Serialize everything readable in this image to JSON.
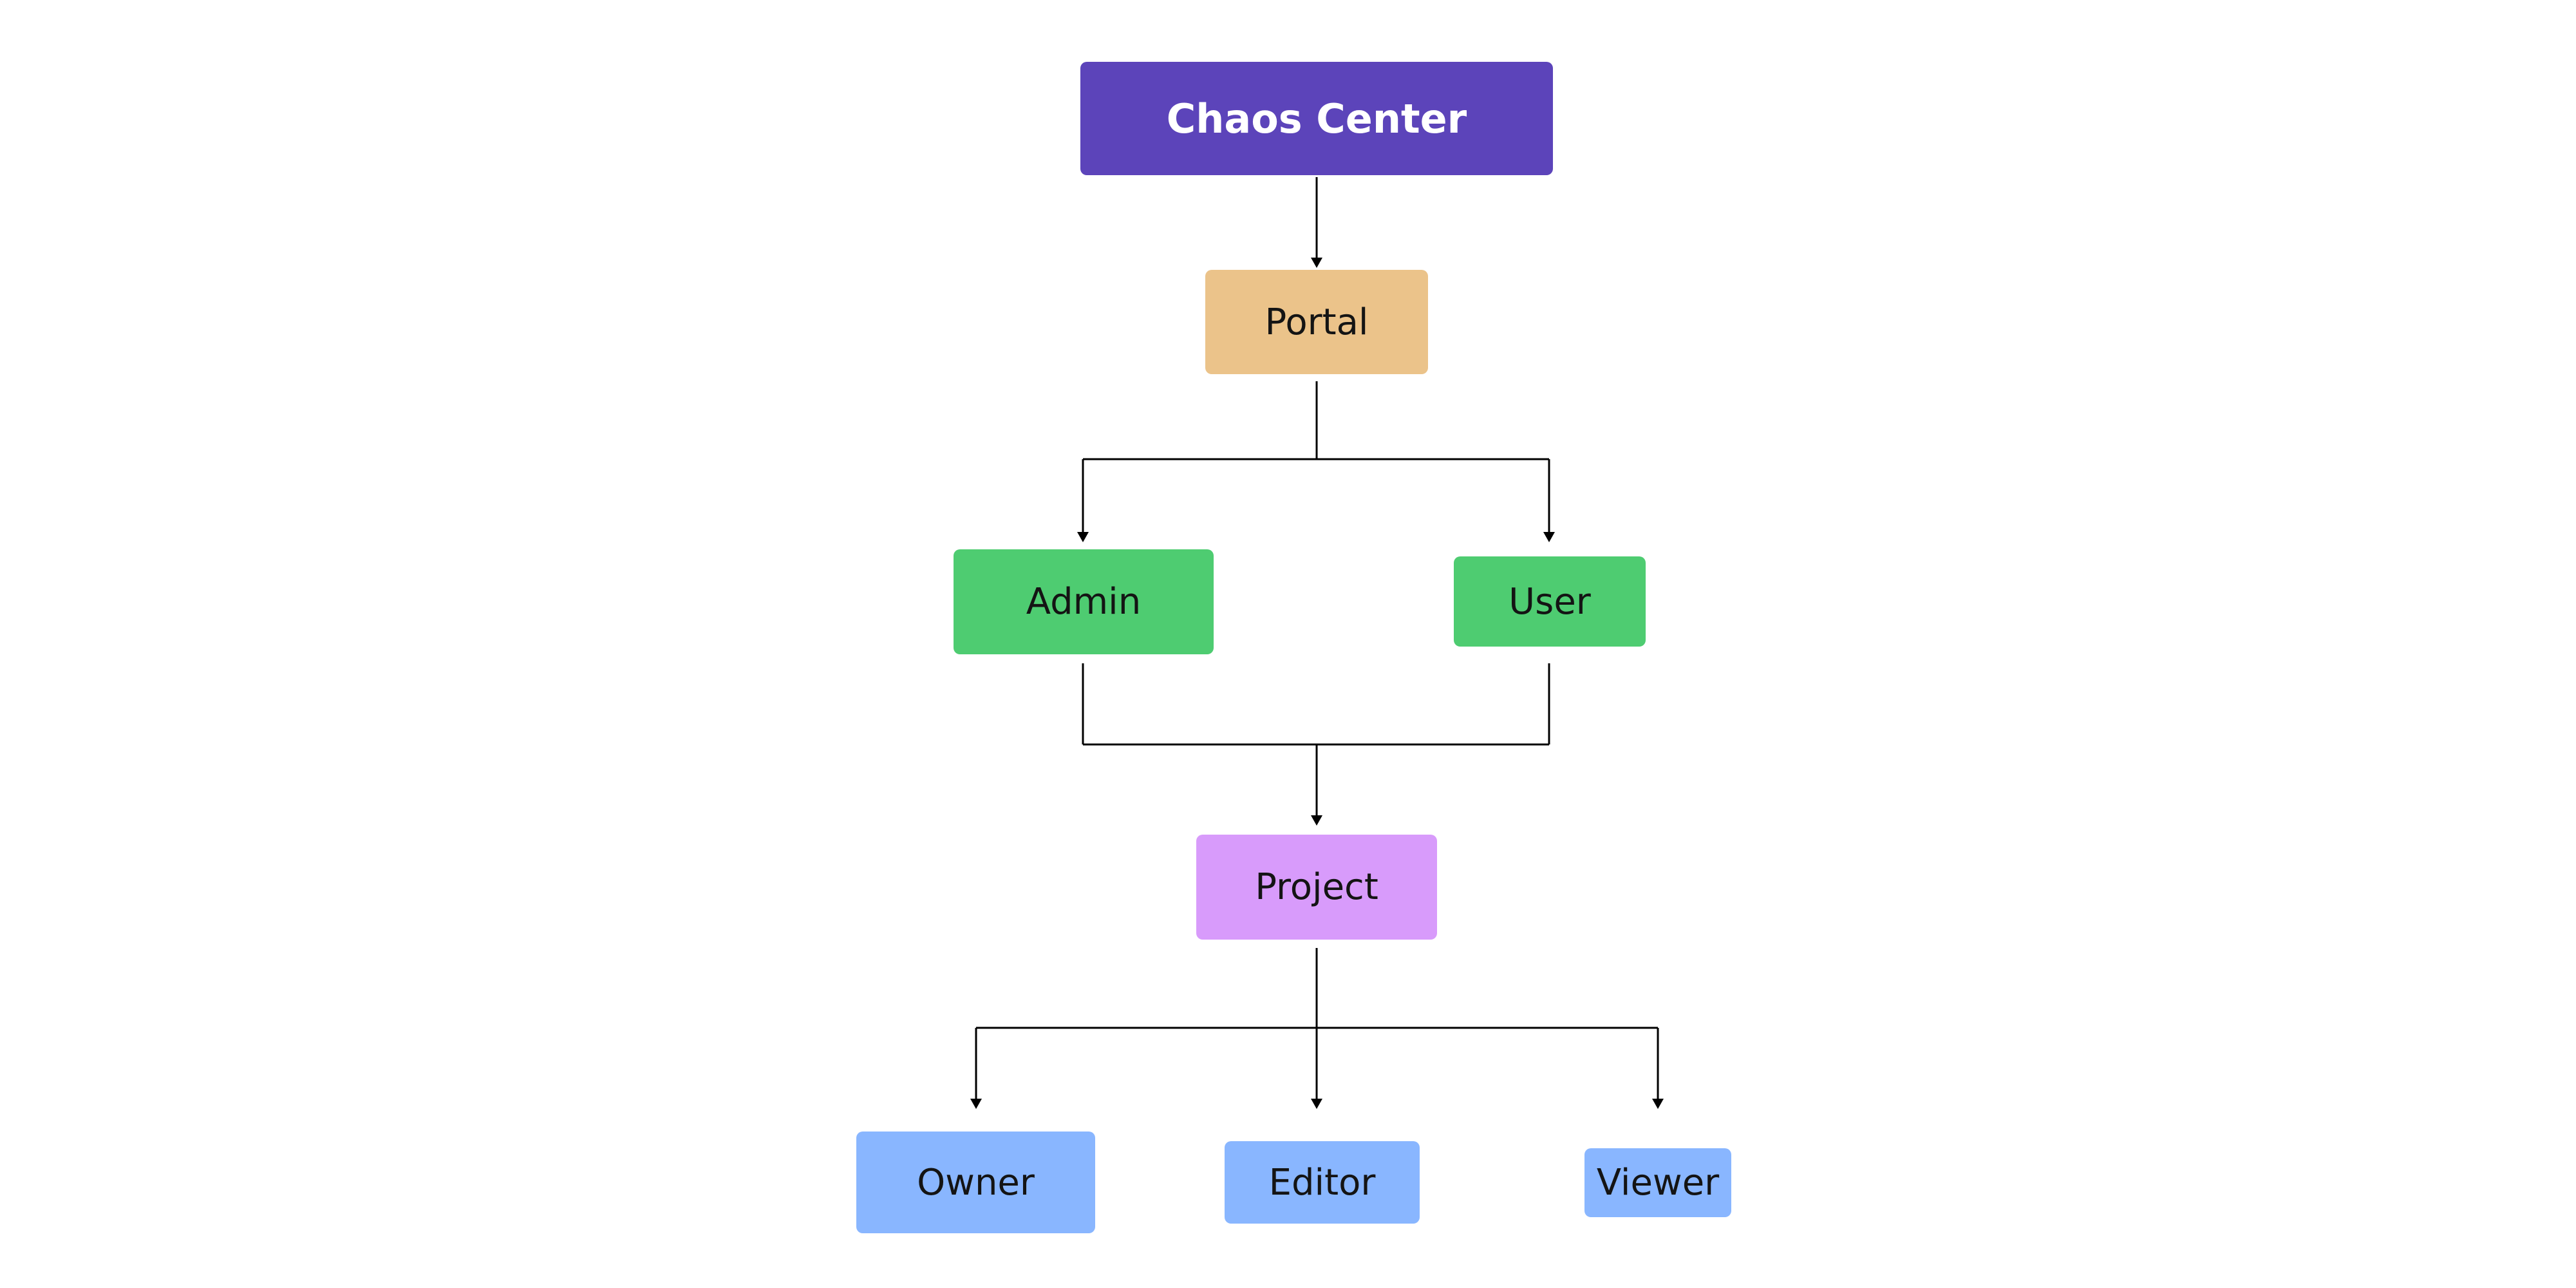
{
  "diagram": {
    "nodes": {
      "chaos_center": {
        "label": "Chaos Center",
        "color": "#5C44BA"
      },
      "portal": {
        "label": "Portal",
        "color": "#EBC38A"
      },
      "admin": {
        "label": "Admin",
        "color": "#4ECC71"
      },
      "user": {
        "label": "User",
        "color": "#4ECC71"
      },
      "project": {
        "label": "Project",
        "color": "#D89BFB"
      },
      "owner": {
        "label": "Owner",
        "color": "#89B6FF"
      },
      "editor": {
        "label": "Editor",
        "color": "#89B6FF"
      },
      "viewer": {
        "label": "Viewer",
        "color": "#89B6FF"
      }
    },
    "edges": [
      {
        "from": "chaos_center",
        "to": "portal"
      },
      {
        "from": "portal",
        "to": "admin"
      },
      {
        "from": "portal",
        "to": "user"
      },
      {
        "from": "admin",
        "to": "project"
      },
      {
        "from": "user",
        "to": "project"
      },
      {
        "from": "project",
        "to": "owner"
      },
      {
        "from": "project",
        "to": "editor"
      },
      {
        "from": "project",
        "to": "viewer"
      }
    ]
  }
}
